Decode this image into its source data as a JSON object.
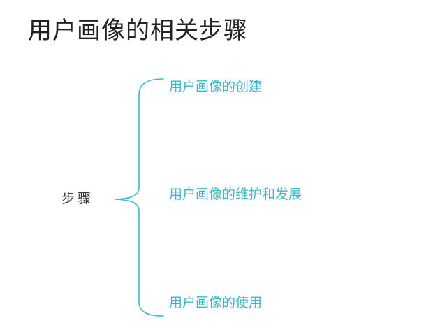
{
  "title": "用户画像的相关步骤",
  "root": {
    "label": "步骤"
  },
  "branches": [
    {
      "label": "用户画像的创建"
    },
    {
      "label": "用户画像的维护和发展"
    },
    {
      "label": "用户画像的使用"
    }
  ],
  "colors": {
    "title": "#222222",
    "root_text": "#333333",
    "branch_text": "#3fb8c4",
    "bracket_line": "#3fb8c4"
  }
}
